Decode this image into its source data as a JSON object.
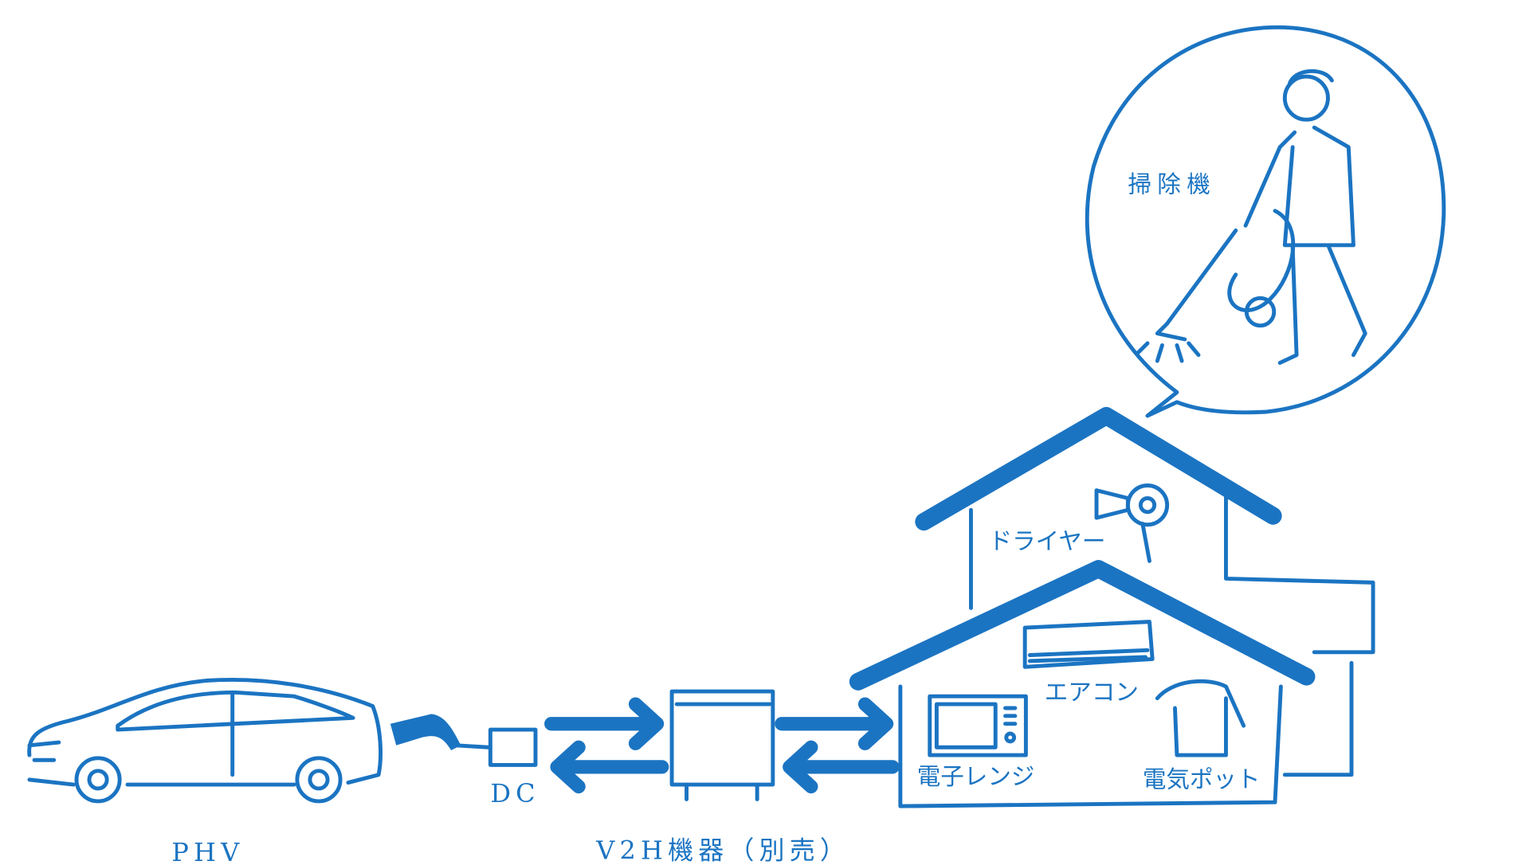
{
  "labels": {
    "phv": "PHV",
    "dc": "DC",
    "v2h": "V2H機器（別売）",
    "vacuum": "掃除機",
    "dryer": "ドライヤー",
    "aircon": "エアコン",
    "microwave": "電子レンジ",
    "kettle": "電気ポット"
  },
  "colors": {
    "line": "#1b74c2",
    "background": "#ffffff"
  }
}
